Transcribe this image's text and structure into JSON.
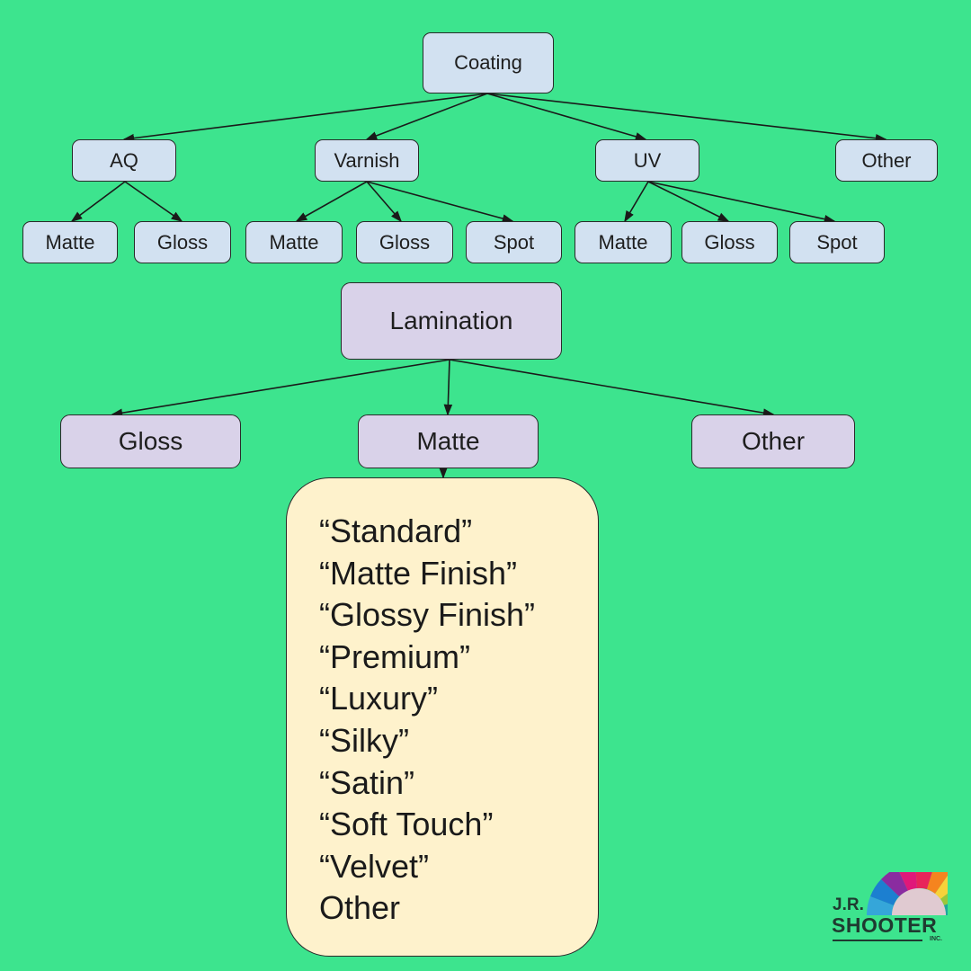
{
  "diagram": {
    "coating": {
      "label": "Coating",
      "children": [
        {
          "label": "AQ",
          "children": [
            "Matte",
            "Gloss"
          ]
        },
        {
          "label": "Varnish",
          "children": [
            "Matte",
            "Gloss",
            "Spot"
          ]
        },
        {
          "label": "UV",
          "children": [
            "Matte",
            "Gloss",
            "Spot"
          ]
        },
        {
          "label": "Other",
          "children": []
        }
      ]
    },
    "lamination": {
      "label": "Lamination",
      "children": [
        {
          "label": "Gloss"
        },
        {
          "label": "Matte"
        },
        {
          "label": "Other"
        }
      ]
    },
    "matte_names": [
      "“Standard”",
      "“Matte Finish”",
      "“Glossy Finish”",
      "“Premium”",
      "“Luxury”",
      "“Silky”",
      "“Satin”",
      "“Soft Touch”",
      "“Velvet”",
      "Other"
    ]
  },
  "logo": {
    "line1": "J.R.",
    "line2": "SHOOTER",
    "line3": "INC."
  },
  "colors": {
    "background": "#3de48e",
    "coating_nodes": "#d2e1f1",
    "lamination_nodes": "#d9d2e9",
    "list_box": "#fef2cc"
  }
}
